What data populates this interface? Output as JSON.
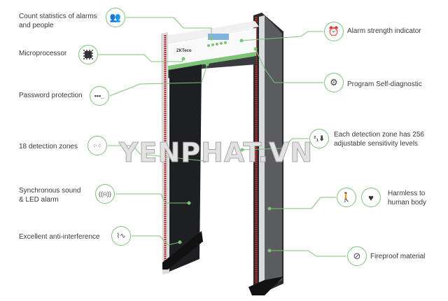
{
  "features": {
    "count_statistics": "Count statistics of alarms\nand people",
    "microprocessor": "Microprocessor",
    "password": "Password protection",
    "detection_zones": "18 detection zones",
    "sync_alarm": "Synchronous sound\n& LED alarm",
    "anti_interference": "Excellent anti-interference",
    "alarm_strength": "Alarm strength indicator",
    "self_diagnostic": "Program Self-diagnostic",
    "sensitivity": "Each detection zone has 256\nadjustable sensitivity levels",
    "harmless": "Harmless to\nhuman body",
    "fireproof": "Fireproof material"
  },
  "icons": {
    "count_statistics": "people-group-icon",
    "microprocessor": "chip-icon",
    "password": "password-dots-icon",
    "detection_zones": "zones-grid-icon",
    "sync_alarm": "sound-alarm-icon",
    "anti_interference": "waveform-icon",
    "alarm_strength": "alarm-clock-icon",
    "self_diagnostic": "gear-check-icon",
    "sensitivity": "sort-numeric-icon",
    "harmless_person": "pregnant-person-icon",
    "harmless_heart": "heart-pulse-icon",
    "fireproof": "no-fire-icon"
  },
  "brand_logo": "ZKTeco",
  "watermark": "YENPHAT.VN",
  "colors": {
    "accent": "#7cc576",
    "led": "#c0282a",
    "panel": "#1e1f22"
  }
}
